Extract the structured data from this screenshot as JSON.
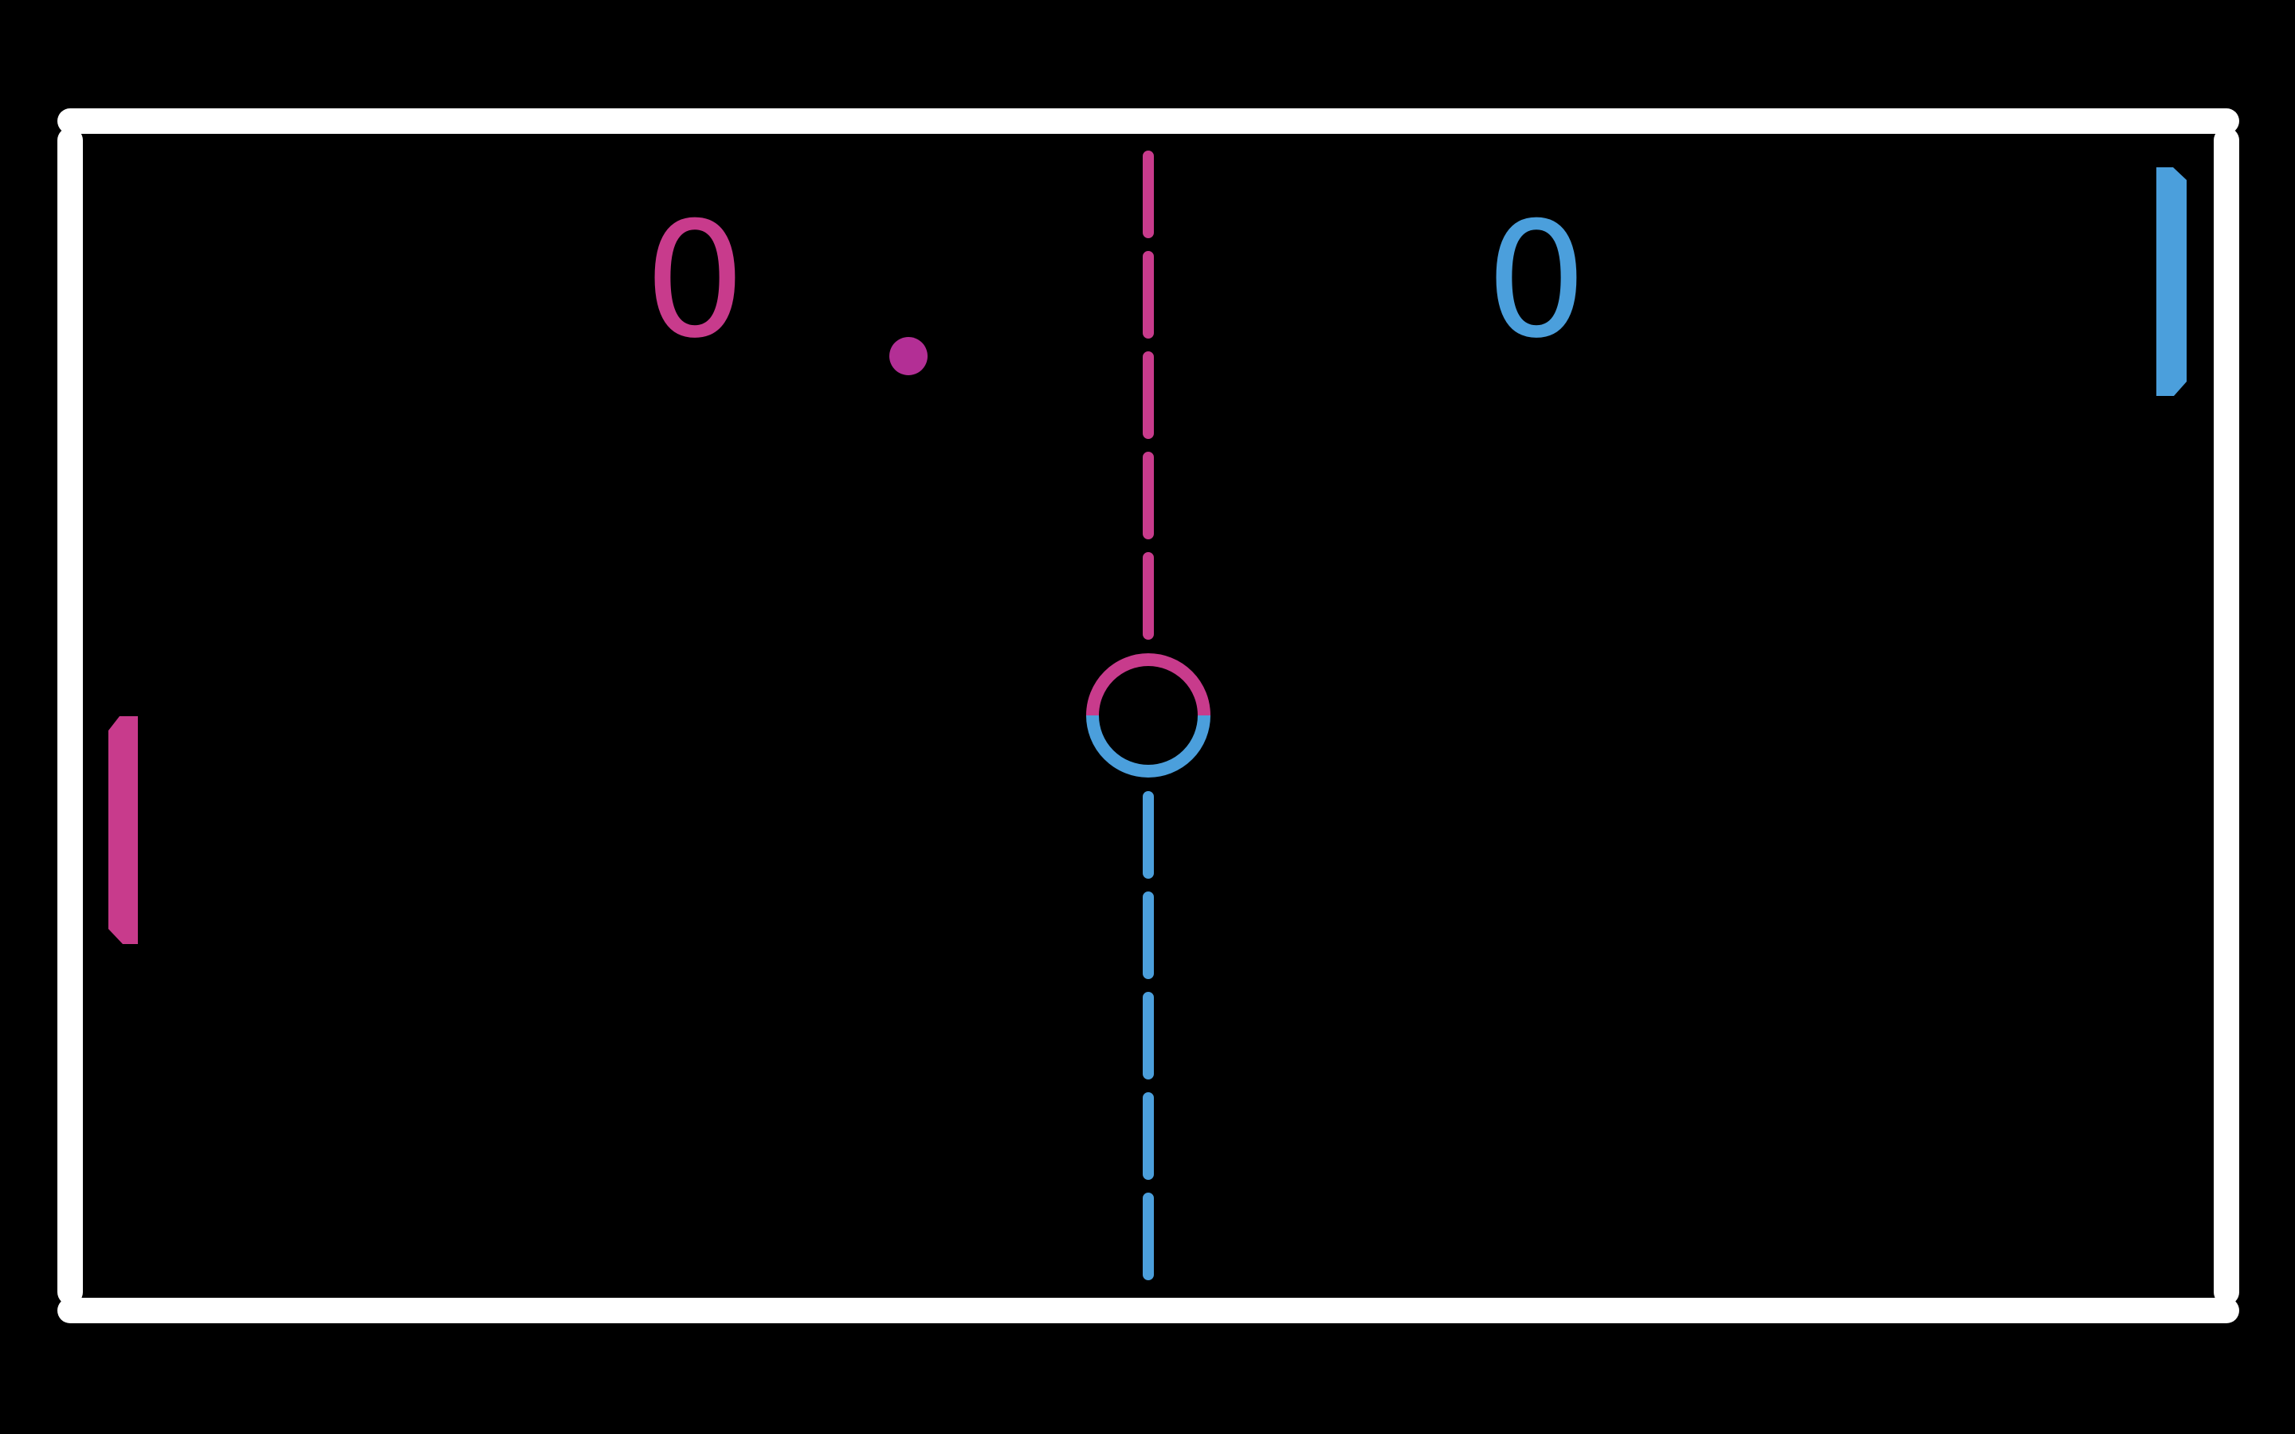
{
  "colors": {
    "background": "#000000",
    "wall": "#ffffff",
    "player_left": "#c83b8c",
    "player_right": "#4b9fdc",
    "ball": "#b32f95"
  },
  "scoreboard": {
    "left_score": "0",
    "right_score": "0"
  },
  "court": {
    "center_line": "dashed",
    "center_circle": "split-two-color"
  }
}
